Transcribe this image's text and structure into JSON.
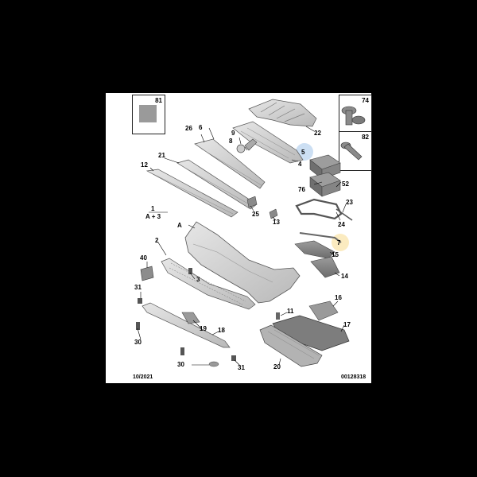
{
  "diagram": {
    "footer": {
      "date": "10/2021",
      "ref": "00128318"
    },
    "boxes": {
      "b81": "81",
      "b74": "74",
      "b82": "82"
    },
    "labels": {
      "l1": "1",
      "l2": "2",
      "l3": "3",
      "l4": "4",
      "l5": "5",
      "l6": "6",
      "l7": "7",
      "l8": "8",
      "l9": "9",
      "l11": "11",
      "l12": "12",
      "l13": "13",
      "l14": "14",
      "l15": "15",
      "l16": "16",
      "l17": "17",
      "l18": "18",
      "l19": "19",
      "l20": "20",
      "l21": "21",
      "l22": "22",
      "l23": "23",
      "l24": "24",
      "l25": "25",
      "l26": "26",
      "l30a": "30",
      "l30b": "30",
      "l31a": "31",
      "l31b": "31",
      "l40": "40",
      "l52": "52",
      "l76": "76",
      "lA": "A",
      "lA3": "A + 3"
    },
    "highlight_colors": {
      "blue": "#c6dcf2",
      "yellow": "#fbe9b9"
    }
  }
}
